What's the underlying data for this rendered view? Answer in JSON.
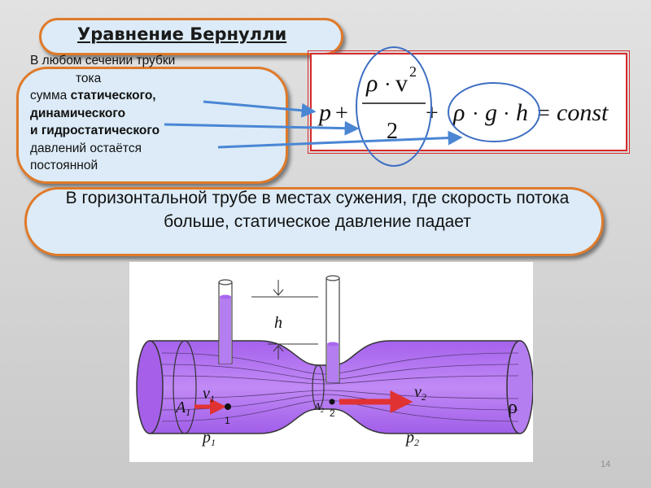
{
  "slide": {
    "title": "Уравнение Бернулли",
    "description": {
      "line1": "В любом сечении трубки",
      "line2": "тока",
      "line3_prefix": "сумма ",
      "line3_bold": "статического,",
      "line4": "динамического",
      "line5": "и гидростатического",
      "line6": "давлений остаётся",
      "line7": "постоянной"
    },
    "note": "В горизонтальной трубе в местах сужения, где скорость потока больше, статическое давление падает",
    "page_number": "14"
  },
  "formula": {
    "p": "p",
    "plus": "+",
    "rho": "ρ",
    "dot": "·",
    "v": "v",
    "exp": "2",
    "denominator": "2",
    "g": "g",
    "h": "h",
    "equals": "=",
    "const": "const"
  },
  "diagram": {
    "h_label": "h",
    "v1": "v",
    "v1_sub": "1",
    "v2": "v",
    "v2_sub": "2",
    "A1": "A",
    "A1_sub": "1",
    "A2": "A",
    "A2_sub": "2",
    "p1": "p",
    "p1_sub": "1",
    "p2": "p",
    "p2_sub": "2",
    "point1": "1",
    "point2": "2",
    "rho": "ρ"
  },
  "colors": {
    "pill_fill": "#dcebf7",
    "pill_border": "#e07a2a",
    "formula_border": "#d62a2a",
    "arrow": "#4a86d4",
    "ellipse": "#3e6ec2",
    "fluid": "#b77df0",
    "flow_arrow": "#e03232"
  }
}
